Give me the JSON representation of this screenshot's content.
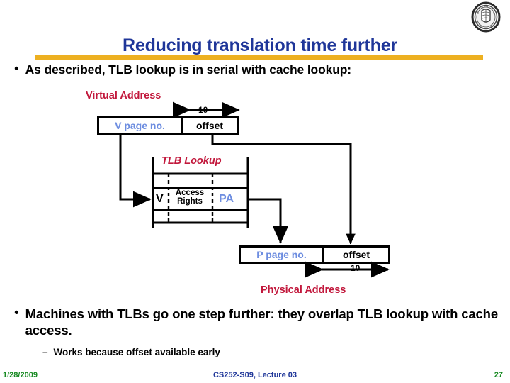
{
  "slide": {
    "title": "Reducing translation time further",
    "accent_title_color": "#1f3699",
    "accent_rule_color": "#edb021",
    "logo_name": "university-seal"
  },
  "bullets": [
    {
      "marker": "•",
      "text": "As described, TLB lookup is in serial with cache lookup:"
    },
    {
      "marker": "•",
      "text": "Machines with TLBs go one step further: they overlap TLB lookup with cache access."
    }
  ],
  "subbullet": {
    "marker": "–",
    "text": "Works because offset available early"
  },
  "diagram": {
    "virtual_address_label": "Virtual Address",
    "virtual_address_fields": [
      {
        "name": "V page no.",
        "color": "#6d8de0"
      },
      {
        "name": "offset",
        "color": "#000000"
      }
    ],
    "top_dimension": "10",
    "tlb_label": "TLB Lookup",
    "tlb_fields": [
      {
        "name": "V",
        "color": "#000000"
      },
      {
        "name": "Access Rights",
        "color": "#000000"
      },
      {
        "name": "PA",
        "color": "#6d8de0"
      }
    ],
    "tlb_access_rights_line1": "Access",
    "tlb_access_rights_line2": "Rights",
    "physical_address_label": "Physical Address",
    "physical_address_fields": [
      {
        "name": "P page no.",
        "color": "#6d8de0"
      },
      {
        "name": "offset",
        "color": "#000000"
      }
    ],
    "bottom_dimension": "10",
    "label_color": "#c2183c"
  },
  "footer": {
    "date": "1/28/2009",
    "course": "CS252-S09, Lecture 03",
    "page_number": "27",
    "date_color": "#178a22",
    "course_color": "#1f3699"
  }
}
